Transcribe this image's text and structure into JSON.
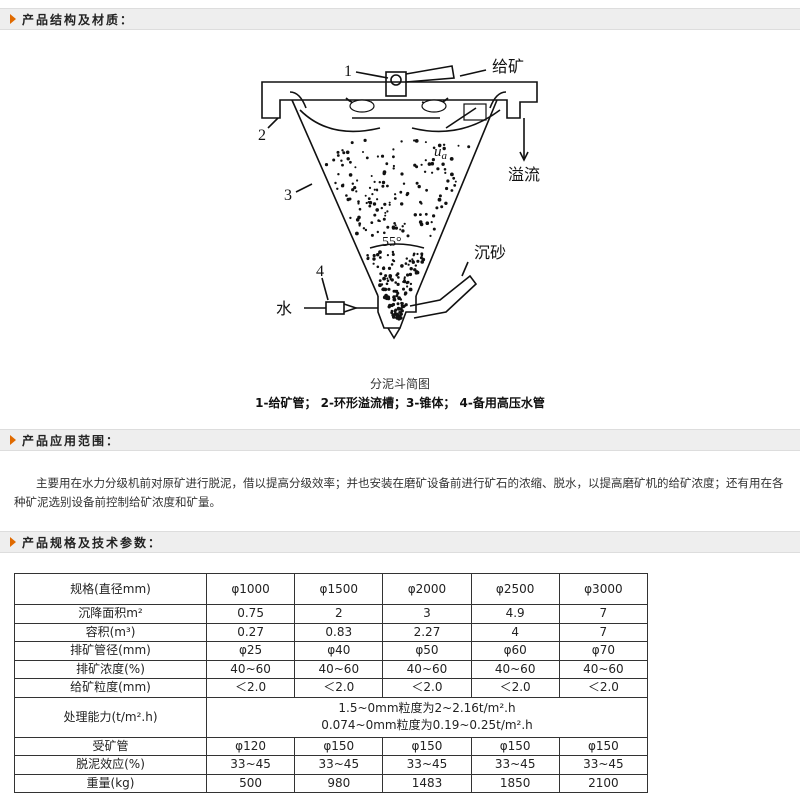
{
  "sections": {
    "structure": "产品结构及材质：",
    "application": "产品应用范围：",
    "specs": "产品规格及技术参数："
  },
  "diagram": {
    "labels": {
      "n1": "1",
      "n2": "2",
      "n3": "3",
      "n4": "4",
      "feed": "给矿",
      "overflow": "溢流",
      "sand": "沉砂",
      "water": "水",
      "angle": "55°",
      "velocity": "u",
      "velocity_sub": "a"
    }
  },
  "captions": {
    "title": "分泥斗简图",
    "legend": "1-给矿管； 2-环形溢流槽；3-锥体； 4-备用高压水管"
  },
  "application_text": "主要用在水力分级机前对原矿进行脱泥，借以提高分级效率；并也安装在磨矿设备前进行矿石的浓缩、脱水，以提高磨矿机的给矿浓度；还有用在各种矿泥选别设备前控制给矿浓度和矿量。",
  "table": {
    "header": [
      "规格(直径mm)",
      "φ1000",
      "φ1500",
      "φ2000",
      "φ2500",
      "φ3000"
    ],
    "rows": [
      [
        "沉降面积m²",
        "0.75",
        "2",
        "3",
        "4.9",
        "7"
      ],
      [
        "容积(m³)",
        "0.27",
        "0.83",
        "2.27",
        "4",
        "7"
      ],
      [
        "排矿管径(mm)",
        "φ25",
        "φ40",
        "φ50",
        "φ60",
        "φ70"
      ],
      [
        "排矿浓度(%)",
        "40~60",
        "40~60",
        "40~60",
        "40~60",
        "40~60"
      ],
      [
        "给矿粒度(mm)",
        "＜2.0",
        "＜2.0",
        "＜2.0",
        "＜2.0",
        "＜2.0"
      ]
    ],
    "capacity": {
      "label": "处理能力(t/m².h)",
      "line1": "1.5~0mm粒度为2~2.16t/m².h",
      "line2": "0.074~0mm粒度为0.19~0.25t/m².h"
    },
    "rows2": [
      [
        "受矿管",
        "φ120",
        "φ150",
        "φ150",
        "φ150",
        "φ150"
      ],
      [
        "脱泥效应(%)",
        "33~45",
        "33~45",
        "33~45",
        "33~45",
        "33~45"
      ],
      [
        "重量(kg)",
        "500",
        "980",
        "1483",
        "1850",
        "2100"
      ]
    ]
  }
}
